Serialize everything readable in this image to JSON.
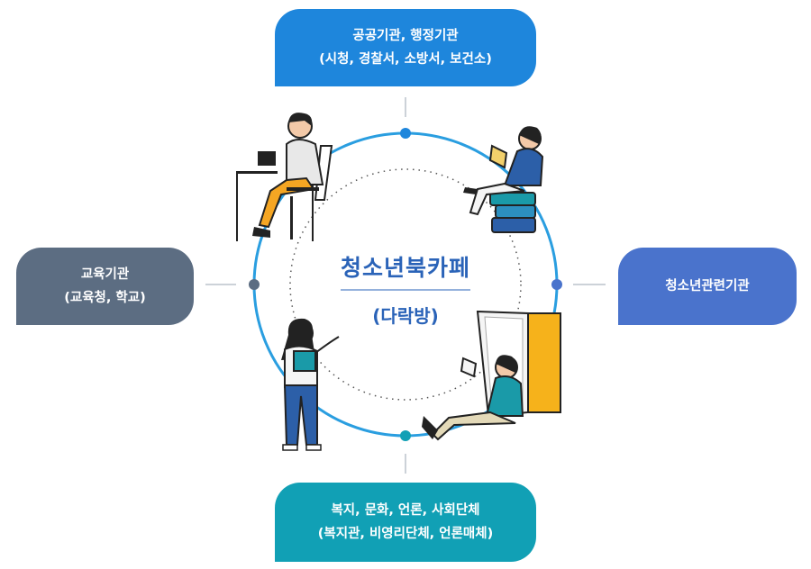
{
  "center": {
    "title": "청소년북카페",
    "subtitle": "(다락방)"
  },
  "boxes": {
    "top": {
      "line1": "공공기관, 행정기관",
      "line2": "(시청, 경찰서, 소방서, 보건소)"
    },
    "left": {
      "line1": "교육기관",
      "line2": "(교육청, 학교)"
    },
    "right": {
      "line1": "청소년관련기관"
    },
    "bottom": {
      "line1": "복지, 문화, 언론, 사회단체",
      "line2": "(복지관, 비영리단체, 언론매체)"
    }
  },
  "colors": {
    "top": "#1e86dc",
    "left": "#5c6d82",
    "right": "#4a73cc",
    "bottom": "#11a0b5",
    "ring": "#2a9ee0",
    "title": "#2a63b8"
  },
  "illustrations": [
    "person-reading-at-desk",
    "person-reading-on-books",
    "person-holding-book",
    "person-sitting-by-book"
  ]
}
